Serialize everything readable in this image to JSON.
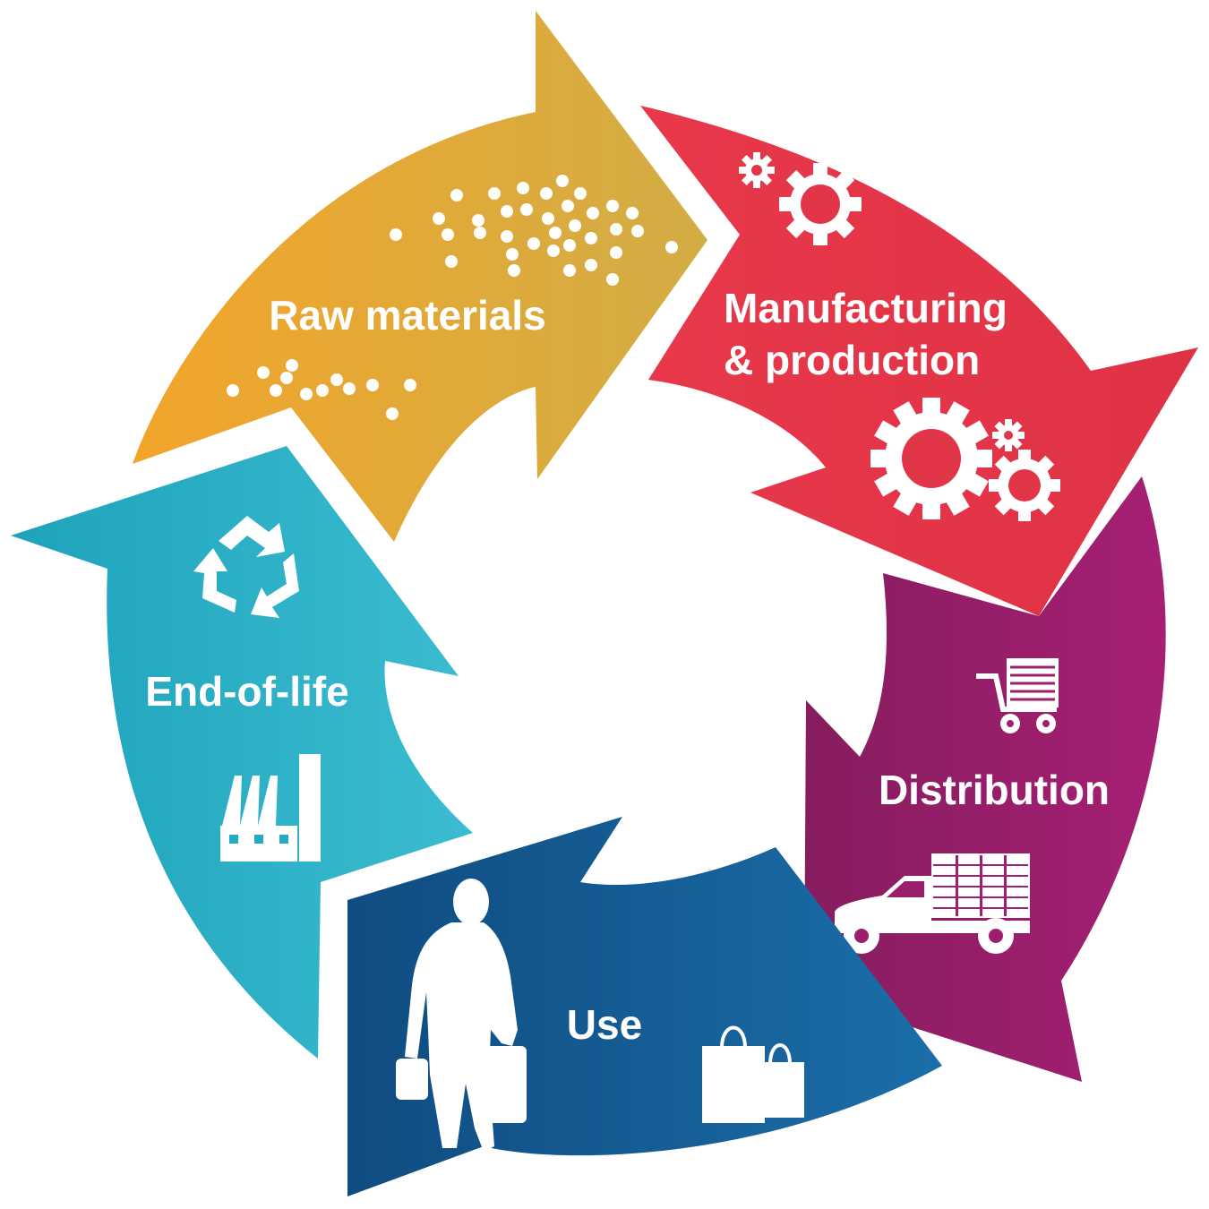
{
  "diagram": {
    "stages": [
      {
        "id": "raw-materials",
        "label": "Raw materials",
        "icon": "particles-icon",
        "color_start": "#f2a52a",
        "color_end": "#d2ad45"
      },
      {
        "id": "manufacturing",
        "label_line1": "Manufacturing",
        "label_line2": "& production",
        "icon": "gears-icon",
        "color_start": "#e8384a",
        "color_end": "#e03246"
      },
      {
        "id": "distribution",
        "label": "Distribution",
        "icon": "delivery-truck-icon",
        "color_start": "#861d5f",
        "color_end": "#a61f74"
      },
      {
        "id": "use",
        "label": "Use",
        "icon": "shopper-icon",
        "color_start": "#0f4c81",
        "color_end": "#1b6ea8"
      },
      {
        "id": "end-of-life",
        "label": "End-of-life",
        "icon": "recycle-icon",
        "color_start": "#1ea3bb",
        "color_end": "#3bbcd0"
      }
    ]
  }
}
